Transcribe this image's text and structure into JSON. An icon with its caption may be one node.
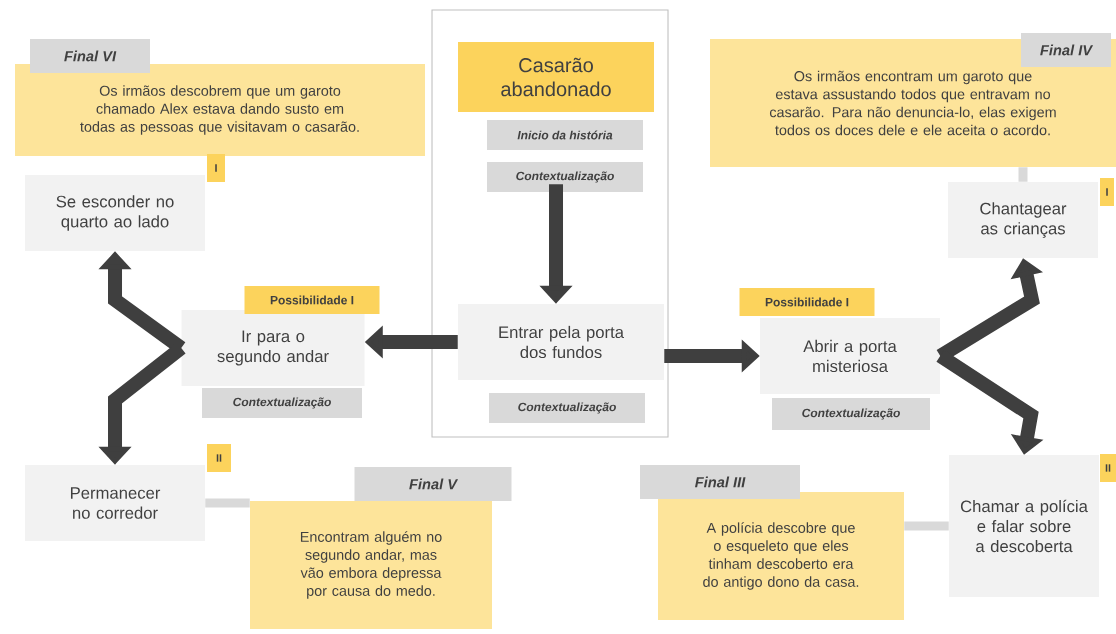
{
  "diagram": {
    "nodes": [
      {
        "text": [],
        "shape": "box"
      },
      {
        "text": [
          "Casarão abandonado"
        ],
        "in": 0,
        "beside": [
          "Inicio da história",
          "Contextualização"
        ]
      },
      {
        "text": [
          "Entrar pela porta dos fundos"
        ],
        "in": 0,
        "beside": [
          "Contextualização"
        ]
      },
      {
        "text": [
          "Final VI",
          "Os irmãos descobrem que um garoto chamado Alex estava dando susto em todas as pessoas que visitavam o casarão."
        ]
      },
      {
        "text": [
          "Se esconder no quarto ao lado"
        ],
        "beside": [
          "I"
        ]
      },
      {
        "text": [
          "Ir para o segundo andar"
        ],
        "beside": [
          "Possibilidade I",
          "Contextualização"
        ]
      },
      {
        "text": [
          "Permanecer no corredor"
        ],
        "beside": [
          "II"
        ]
      },
      {
        "text": [
          "Final V",
          "Encontram alguém no segundo andar, mas vão embora depressa por causa do medo."
        ]
      },
      {
        "text": [
          "Final IV",
          "Os irmãos encontram um garoto que estava assustando todos que entravam no casarão. Para não denuncia-lo, elas exigem todos os doces dele e ele aceita o acordo."
        ]
      },
      {
        "text": [
          "Chantagear as crianças"
        ],
        "beside": [
          "I"
        ]
      },
      {
        "text": [
          "Abrir a porta misteriosa"
        ],
        "beside": [
          "Possibilidade I",
          "Contextualização"
        ]
      },
      {
        "text": [
          "Chamar a polícia e falar sobre a descoberta"
        ],
        "beside": [
          "II"
        ]
      },
      {
        "text": [
          "Final III",
          "A polícia descobre que o esqueleto que eles tinham descoberto era do antigo dono da casa."
        ]
      }
    ],
    "edges": [
      {
        "from": 1,
        "to": 2,
        "arrow": "to"
      },
      {
        "from": 2,
        "to": 5,
        "arrow": "to"
      },
      {
        "from": 2,
        "to": 10,
        "arrow": "to"
      },
      {
        "from": 5,
        "to": 4,
        "arrow": "to"
      },
      {
        "from": 5,
        "to": 6,
        "arrow": "to"
      },
      {
        "from": 10,
        "to": 9,
        "arrow": "to"
      },
      {
        "from": 10,
        "to": 11,
        "arrow": "to"
      },
      {
        "from": 6,
        "to": 7,
        "arrow": "none",
        "color": "#d9d9d9"
      },
      {
        "from": 9,
        "to": 8,
        "arrow": "none",
        "color": "#d9d9d9"
      },
      {
        "from": 11,
        "to": 12,
        "arrow": "none",
        "color": "#d9d9d9"
      }
    ]
  }
}
